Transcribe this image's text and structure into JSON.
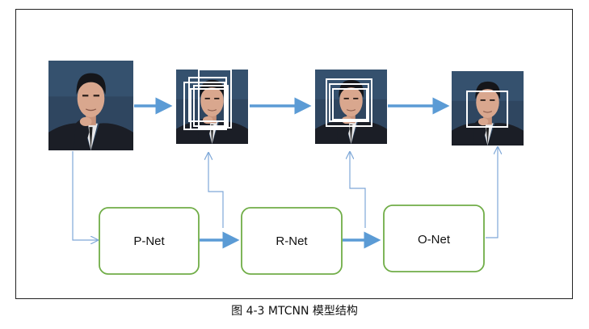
{
  "diagram": {
    "nodes": [
      {
        "id": "pnet",
        "label": "P-Net"
      },
      {
        "id": "rnet",
        "label": "R-Net"
      },
      {
        "id": "onet",
        "label": "O-Net"
      }
    ],
    "images": [
      {
        "id": "input-image",
        "boxes": 0
      },
      {
        "id": "pnet-output",
        "boxes": 5
      },
      {
        "id": "rnet-output",
        "boxes": 3
      },
      {
        "id": "onet-output",
        "boxes": 1
      }
    ]
  },
  "caption": "图 4-3 MTCNN 模型结构",
  "colors": {
    "flow_arrow": "#5b9bd5",
    "feedback_line": "#7fa8d8",
    "node_border": "#70ad47",
    "frame_border": "#222222",
    "photo_bg": "#2f4660",
    "suit": "#1b1e26",
    "skin": "#d9a78e",
    "hair": "#15161a"
  }
}
